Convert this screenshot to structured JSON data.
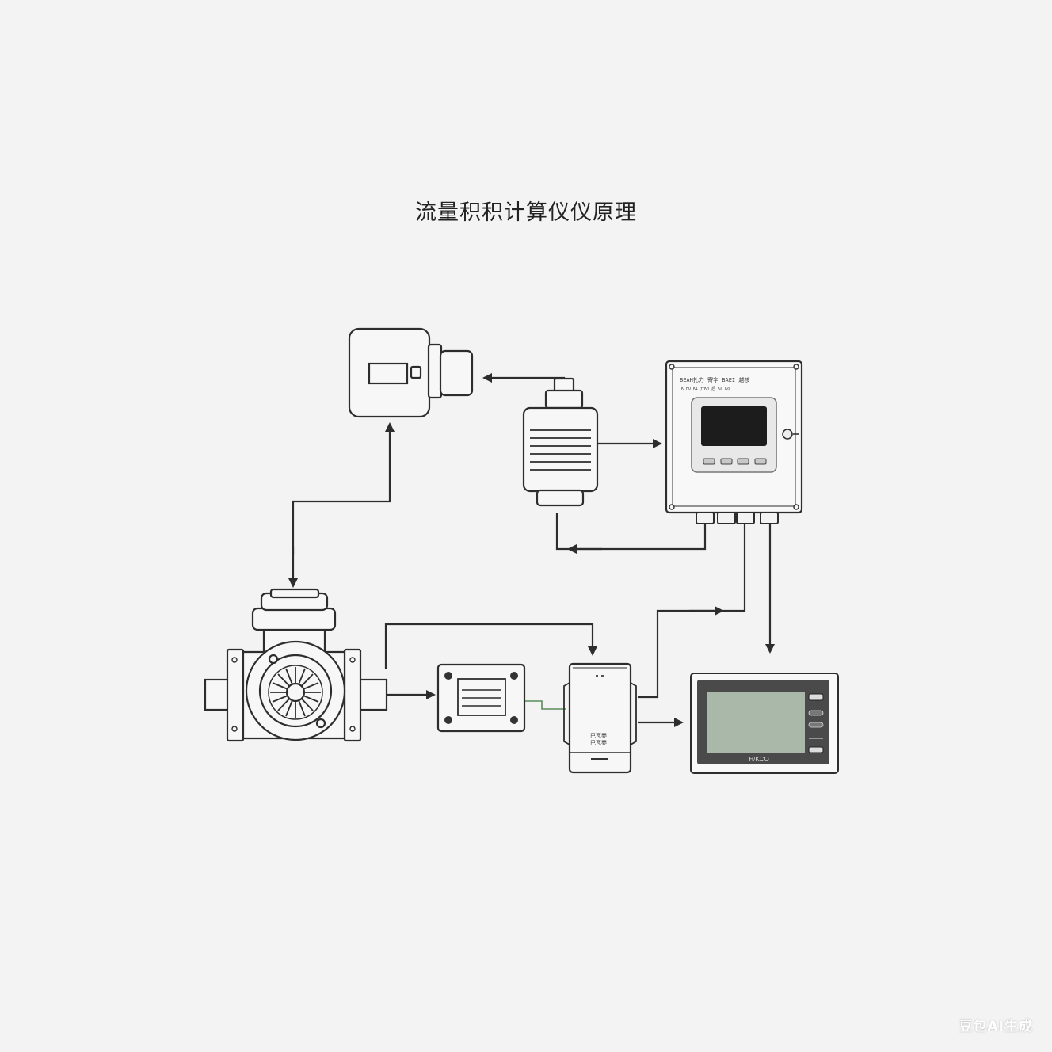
{
  "title": "流量积积计算仪仪原理",
  "watermark": "豆包AI生成",
  "controller": {
    "header_line1": "BEAH扎力 寄字 BAEI 越核",
    "header_line2": "K HO KI 开Kh 后 Ka Ko"
  },
  "module": {
    "label": "巴瓦嬰"
  },
  "display_panel": {
    "brand": "H/KCO"
  },
  "colors": {
    "line": "#2d2d2d",
    "background": "#f3f3f3",
    "screen_dark": "#1c1c1c",
    "screen_green": "#a9b8a9",
    "panel_frame": "#4a4a4a"
  },
  "icons": [
    "pressure-transmitter-icon",
    "signal-converter-icon",
    "flow-computer-icon",
    "turbine-flowmeter-icon",
    "pulse-module-icon",
    "isolator-module-icon",
    "display-panel-icon"
  ]
}
